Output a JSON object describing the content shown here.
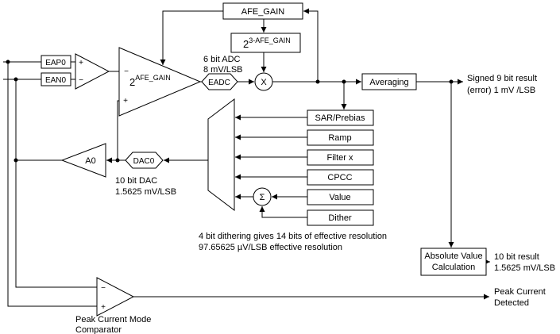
{
  "pins": {
    "eap0": "EAP0",
    "ean0": "EAN0"
  },
  "blocks": {
    "afe_gain": "AFE_GAIN",
    "pow2_base": "2",
    "pow2_exp": "3-AFE_GAIN",
    "eadc": "EADC",
    "multiplier": "X",
    "averaging": "Averaging",
    "mux_inputs": [
      "SAR/Prebias",
      "Ramp",
      "Filter x",
      "CPCC",
      "Value",
      "Dither"
    ],
    "sigma": "Σ",
    "dac0": "DAC0",
    "a0": "A0",
    "abs_line1": "Absolute Value",
    "abs_line2": "Calculation"
  },
  "amps": {
    "input_plus": "+",
    "input_minus": "−",
    "gain_base": "2",
    "gain_exp": "AFE_GAIN",
    "gain_minus": "−",
    "gain_plus": "+",
    "comp_minus": "−",
    "comp_plus": "+"
  },
  "notes": {
    "adc1": "6 bit ADC",
    "adc2": "8 mV/LSB",
    "dac1": "10 bit DAC",
    "dac2": "1.5625 mV/LSB",
    "dither1": "4 bit dithering gives 14 bits of effective resolution",
    "dither2": "97.65625 µV/LSB effective resolution",
    "comp1": "Peak Current Mode",
    "comp2": "Comparator"
  },
  "outputs": {
    "signed1": "Signed 9 bit result",
    "signed2": "(error) 1 mV /LSB",
    "abs1": "10 bit result",
    "abs2": "1.5625 mV/LSB",
    "peak1": "Peak Current",
    "peak2": "Detected"
  }
}
